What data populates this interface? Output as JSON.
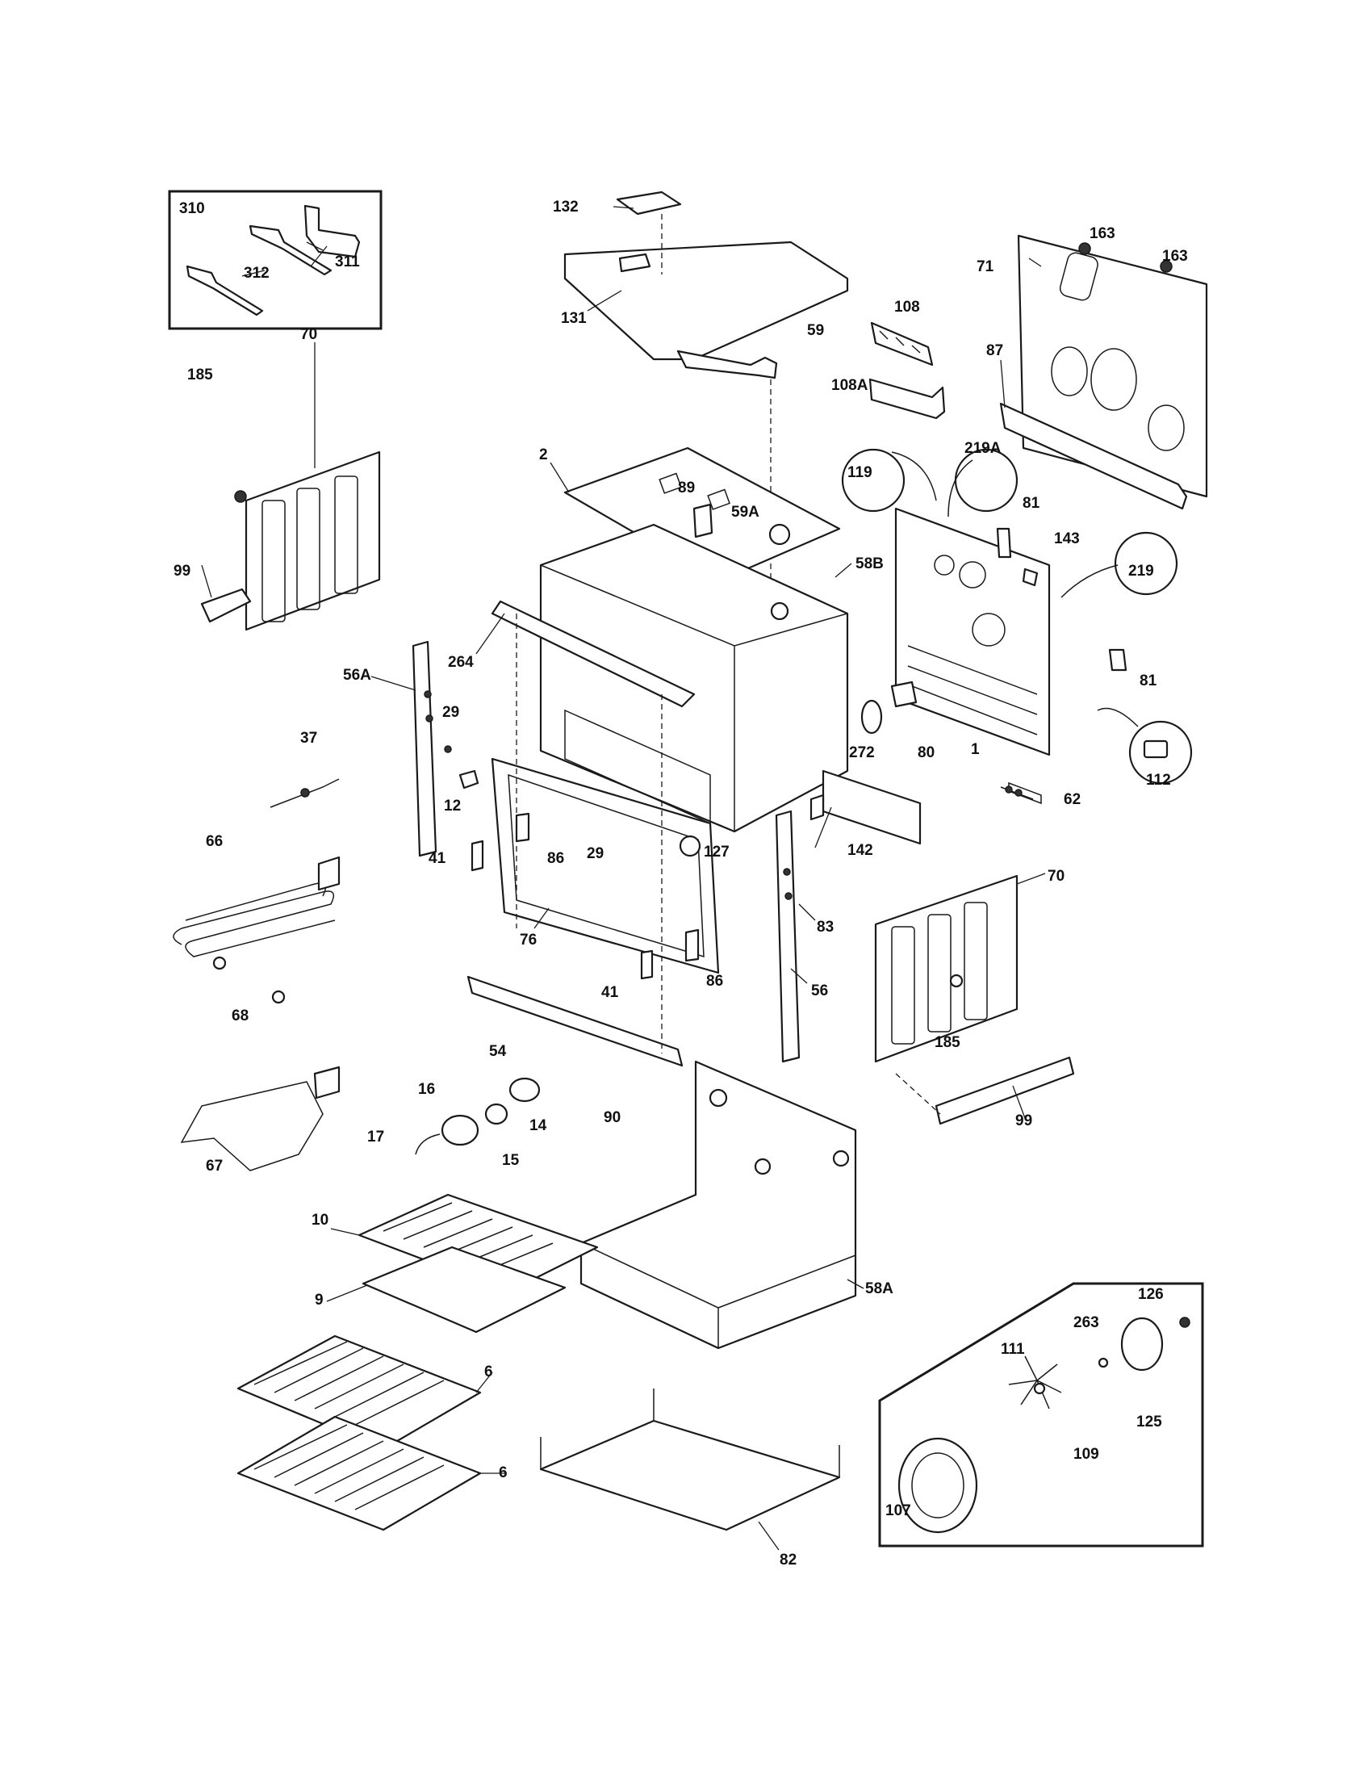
{
  "inset_labels": {
    "bracket_kit": [
      "310",
      "311",
      "312"
    ],
    "convection_fan": [
      "107",
      "109",
      "111",
      "125",
      "126",
      "263"
    ]
  },
  "labels": {
    "p132": "132",
    "p131": "131",
    "p59": "59",
    "p108": "108",
    "p108a": "108A",
    "p163a": "163",
    "p163b": "163",
    "p71": "71",
    "p87": "87",
    "p70a": "70",
    "p185a": "185",
    "p99a": "99",
    "p2": "2",
    "p89": "89",
    "p59a": "59A",
    "p58b": "58B",
    "p119": "119",
    "p219a": "219A",
    "p219": "219",
    "p81a": "81",
    "p143": "143",
    "p81b": "81",
    "p264": "264",
    "p56a": "56A",
    "p29a": "29",
    "p12": "12",
    "p37": "37",
    "p272": "272",
    "p80": "80",
    "p1": "1",
    "p112": "112",
    "p62": "62",
    "p142": "142",
    "p127": "127",
    "p29b": "29",
    "p66": "66",
    "p41a": "41",
    "p86a": "86",
    "p83": "83",
    "p70b": "70",
    "p76": "76",
    "p68": "68",
    "p41b": "41",
    "p86b": "86",
    "p56": "56",
    "p185b": "185",
    "p54": "54",
    "p16": "16",
    "p14": "14",
    "p90": "90",
    "p99b": "99",
    "p17": "17",
    "p15": "15",
    "p67": "67",
    "p10": "10",
    "p9": "9",
    "p58a": "58A",
    "p6a": "6",
    "p6b": "6",
    "p82": "82"
  }
}
